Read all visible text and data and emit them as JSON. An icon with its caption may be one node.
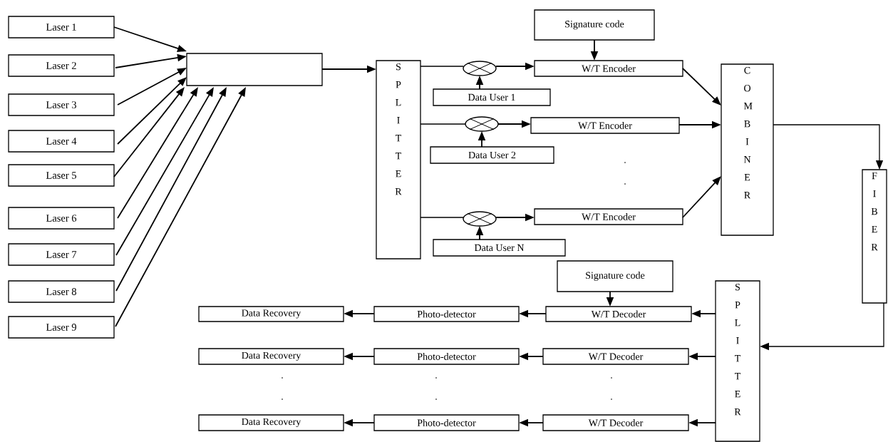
{
  "diagram": {
    "nodes": [
      {
        "text": [
          "Laser 1"
        ]
      },
      {
        "text": [
          "Laser 2"
        ]
      },
      {
        "text": [
          "Laser 3"
        ]
      },
      {
        "text": [
          "Laser 4"
        ]
      },
      {
        "text": [
          "Laser 5"
        ]
      },
      {
        "text": [
          "Laser 6"
        ]
      },
      {
        "text": [
          "Laser 7"
        ]
      },
      {
        "text": [
          "Laser 8"
        ]
      },
      {
        "text": [
          "Laser 9"
        ]
      },
      {
        "text": [],
        "shape": "box"
      },
      {
        "text": [
          "S P L I T T E R"
        ]
      },
      {
        "text": [
          "Signature code"
        ]
      },
      {
        "text": [],
        "shape": "circle"
      },
      {
        "text": [
          "W/T Encoder"
        ]
      },
      {
        "text": [
          "Data User 1"
        ]
      },
      {
        "text": [],
        "shape": "circle"
      },
      {
        "text": [
          "W/T Encoder"
        ]
      },
      {
        "text": [
          "Data User 2"
        ]
      },
      {
        "text": [],
        "shape": "circle"
      },
      {
        "text": [
          "W/T Encoder"
        ]
      },
      {
        "text": [
          "Data User N"
        ]
      },
      {
        "text": [
          "C O M B I N E R"
        ]
      },
      {
        "text": [
          "F I B E R"
        ]
      },
      {
        "text": [
          "Signature code"
        ]
      },
      {
        "text": [
          "S P L I T T E R"
        ]
      },
      {
        "text": [
          "Data Recovery"
        ]
      },
      {
        "text": [
          "Photo-detector"
        ]
      },
      {
        "text": [
          "W/T Decoder"
        ]
      },
      {
        "text": [
          "Data Recovery"
        ]
      },
      {
        "text": [
          "Photo-detector"
        ]
      },
      {
        "text": [
          "W/T Decoder"
        ]
      },
      {
        "text": [
          "Data Recovery"
        ]
      },
      {
        "text": [
          "Photo-detector"
        ]
      },
      {
        "text": [
          "W/T Decoder"
        ]
      }
    ],
    "edges": [
      {
        "from": 0,
        "to": 9,
        "arrow": "to"
      },
      {
        "from": 1,
        "to": 9,
        "arrow": "to"
      },
      {
        "from": 2,
        "to": 9,
        "arrow": "to"
      },
      {
        "from": 3,
        "to": 9,
        "arrow": "to"
      },
      {
        "from": 4,
        "to": 9,
        "arrow": "to"
      },
      {
        "from": 5,
        "to": 9,
        "arrow": "to"
      },
      {
        "from": 6,
        "to": 9,
        "arrow": "to"
      },
      {
        "from": 7,
        "to": 9,
        "arrow": "to"
      },
      {
        "from": 8,
        "to": 9,
        "arrow": "to"
      },
      {
        "from": 9,
        "to": 10,
        "arrow": "to"
      },
      {
        "from": 10,
        "to": 12,
        "arrow": "none"
      },
      {
        "from": 12,
        "to": 13,
        "arrow": "to"
      },
      {
        "from": 14,
        "to": 12,
        "arrow": "to"
      },
      {
        "from": 11,
        "to": 13,
        "arrow": "to"
      },
      {
        "from": 10,
        "to": 15,
        "arrow": "none"
      },
      {
        "from": 15,
        "to": 16,
        "arrow": "to"
      },
      {
        "from": 17,
        "to": 15,
        "arrow": "to"
      },
      {
        "from": 10,
        "to": 18,
        "arrow": "none"
      },
      {
        "from": 18,
        "to": 19,
        "arrow": "to"
      },
      {
        "from": 20,
        "to": 18,
        "arrow": "to"
      },
      {
        "from": 13,
        "to": 21,
        "arrow": "to"
      },
      {
        "from": 16,
        "to": 21,
        "arrow": "to"
      },
      {
        "from": 19,
        "to": 21,
        "arrow": "to"
      },
      {
        "from": 21,
        "to": 22,
        "arrow": "to"
      },
      {
        "from": 22,
        "to": 24,
        "arrow": "to"
      },
      {
        "from": 23,
        "to": 27,
        "arrow": "to"
      },
      {
        "from": 24,
        "to": 27,
        "arrow": "to"
      },
      {
        "from": 27,
        "to": 26,
        "arrow": "to"
      },
      {
        "from": 26,
        "to": 25,
        "arrow": "to"
      },
      {
        "from": 24,
        "to": 30,
        "arrow": "to"
      },
      {
        "from": 30,
        "to": 29,
        "arrow": "to"
      },
      {
        "from": 29,
        "to": 28,
        "arrow": "to"
      },
      {
        "from": 24,
        "to": 33,
        "arrow": "to"
      },
      {
        "from": 33,
        "to": 32,
        "arrow": "to"
      },
      {
        "from": 32,
        "to": 31,
        "arrow": "to"
      }
    ],
    "labels": [
      ".",
      ".",
      ".",
      ".",
      ".",
      ".",
      ".",
      "."
    ]
  }
}
